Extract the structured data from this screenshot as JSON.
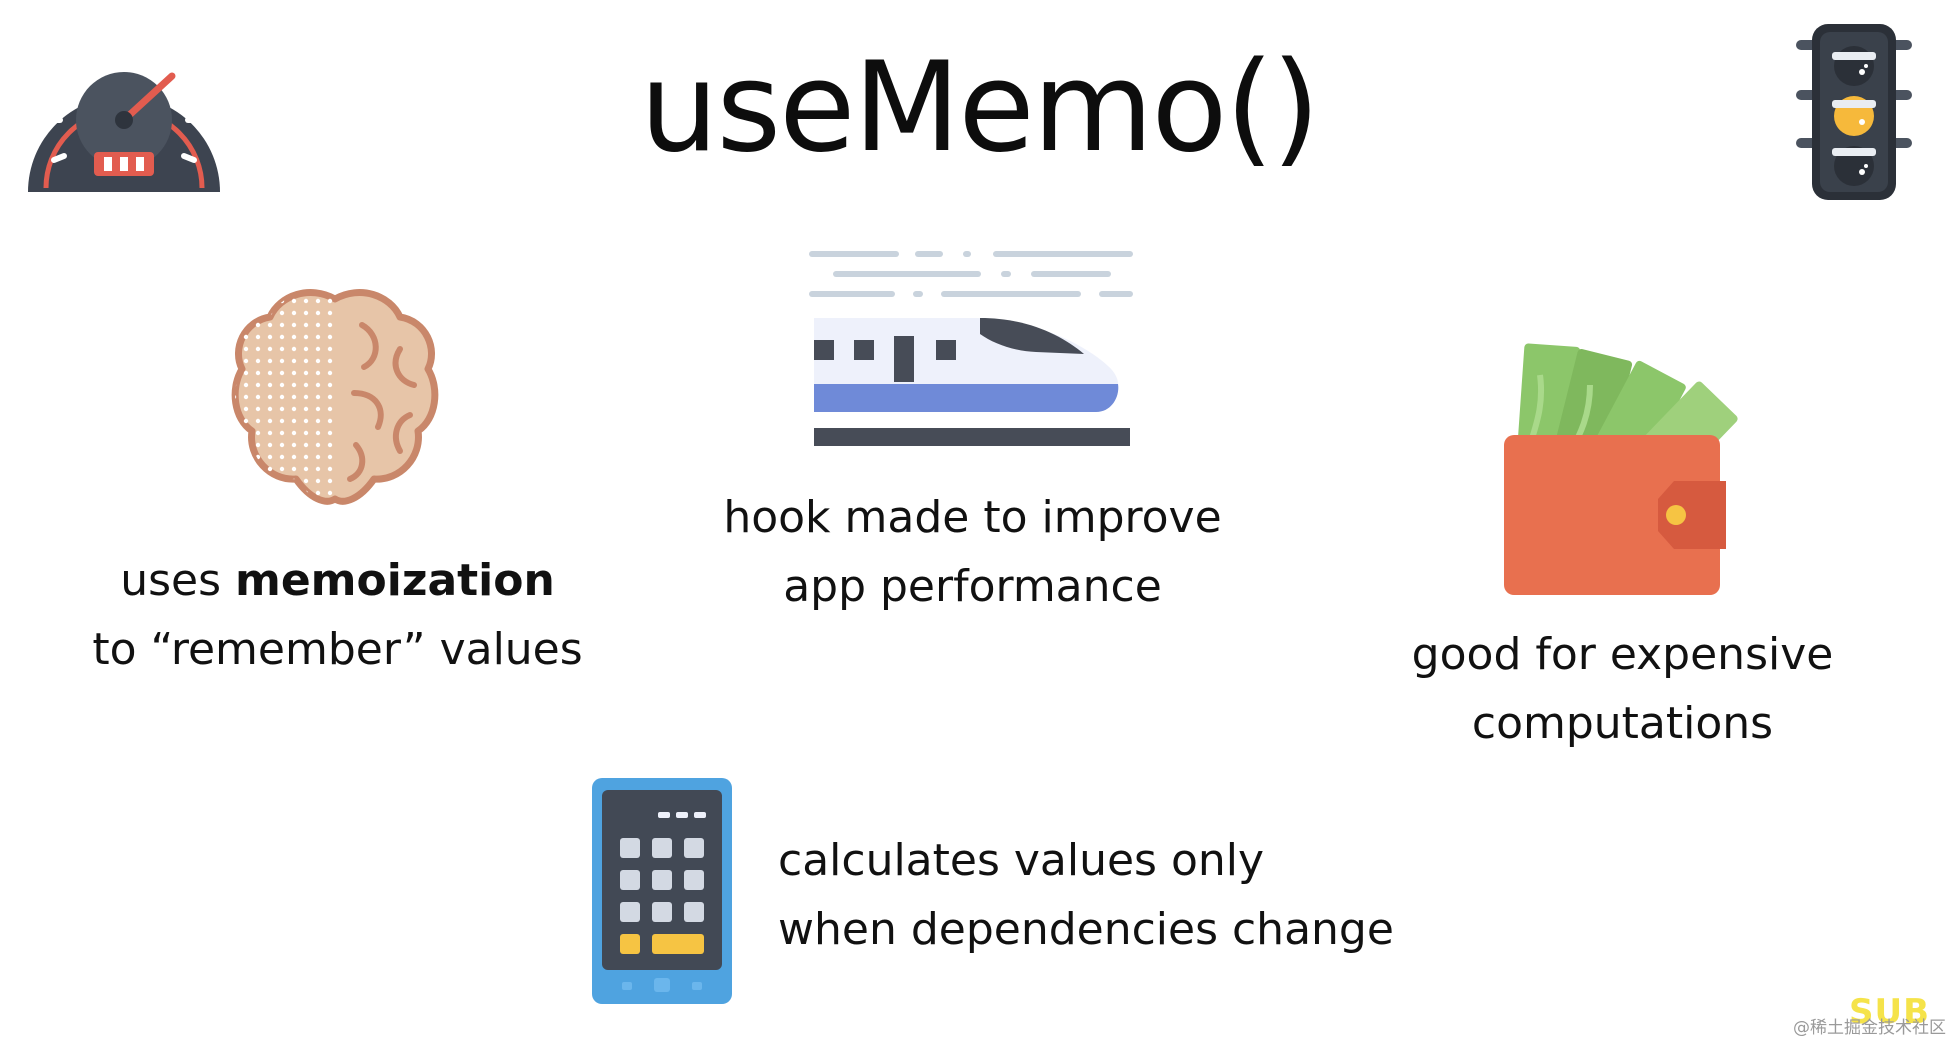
{
  "title": "useMemo()",
  "icons": {
    "speedometer": "speedometer-icon",
    "traffic_light": "traffic-light-icon",
    "brain": "brain-icon",
    "train": "bullet-train-icon",
    "wallet": "wallet-icon",
    "calculator": "calculator-icon"
  },
  "points": {
    "memo": {
      "line1_prefix": "uses ",
      "line1_bold": "memoization",
      "line2": "to “remember” values"
    },
    "performance": {
      "line1": "hook made to improve",
      "line2": "app performance"
    },
    "expensive": {
      "line1": "good for expensive",
      "line2": "computations"
    },
    "dependencies": {
      "line1": "calculates values only",
      "line2": "when dependencies change"
    }
  },
  "watermark": "@稀土掘金技术社区",
  "badge": "SUB",
  "colors": {
    "text": "#111111",
    "gauge_red": "#e25c4f",
    "gauge_dark": "#3d4450",
    "brain": "#e7c5a8",
    "brain_outline": "#c9876a",
    "train_body": "#eef1fb",
    "train_stripe": "#6f8ad8",
    "train_dark": "#474c57",
    "wallet": "#e8704f",
    "wallet_dark": "#d65a3f",
    "money": "#8cc66a",
    "coin": "#f6c443",
    "calc_blue": "#4fa3e0",
    "calc_dark": "#424955",
    "calc_yellow": "#f6c443",
    "traffic_amber": "#f6b93b"
  }
}
